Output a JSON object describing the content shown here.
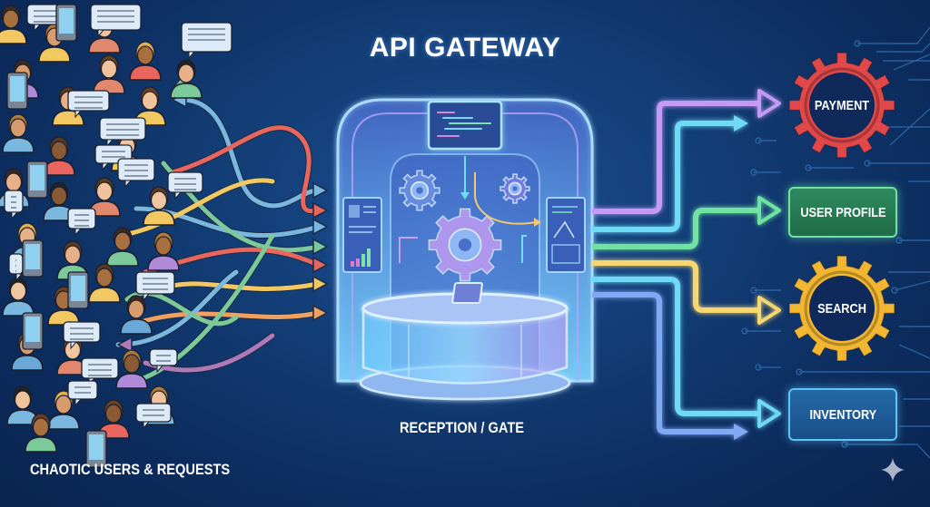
{
  "title": "API GATEWAY",
  "captions": {
    "left": "CHAOTIC USERS & REQUESTS",
    "center": "RECEPTION / GATE"
  },
  "services": [
    {
      "label": "PAYMENT",
      "shape": "gear",
      "color": "#e0484a"
    },
    {
      "label": "USER PROFILE",
      "shape": "box",
      "color": "#3fbf7f"
    },
    {
      "label": "SEARCH",
      "shape": "gear",
      "color": "#f2b630"
    },
    {
      "label": "INVENTORY",
      "shape": "box",
      "color": "#3aa0e0"
    }
  ],
  "colors": {
    "background": "#133f78",
    "gate_glow": "#7fd0ff",
    "route_purple": "#c39af5",
    "route_cyan": "#6fd9f5",
    "route_green": "#6fe3a2",
    "route_yellow": "#f5d66f",
    "route_blue": "#6fb6f5",
    "chaos_red": "#e8665e",
    "chaos_orange": "#f0a060"
  },
  "icons": {
    "crowd": "people-icon",
    "speech": "speech-bubble-icon",
    "phone": "smartphone-icon",
    "gate": "gateway-arch-icon",
    "gear": "gear-icon",
    "sparkle": "sparkle-icon"
  }
}
